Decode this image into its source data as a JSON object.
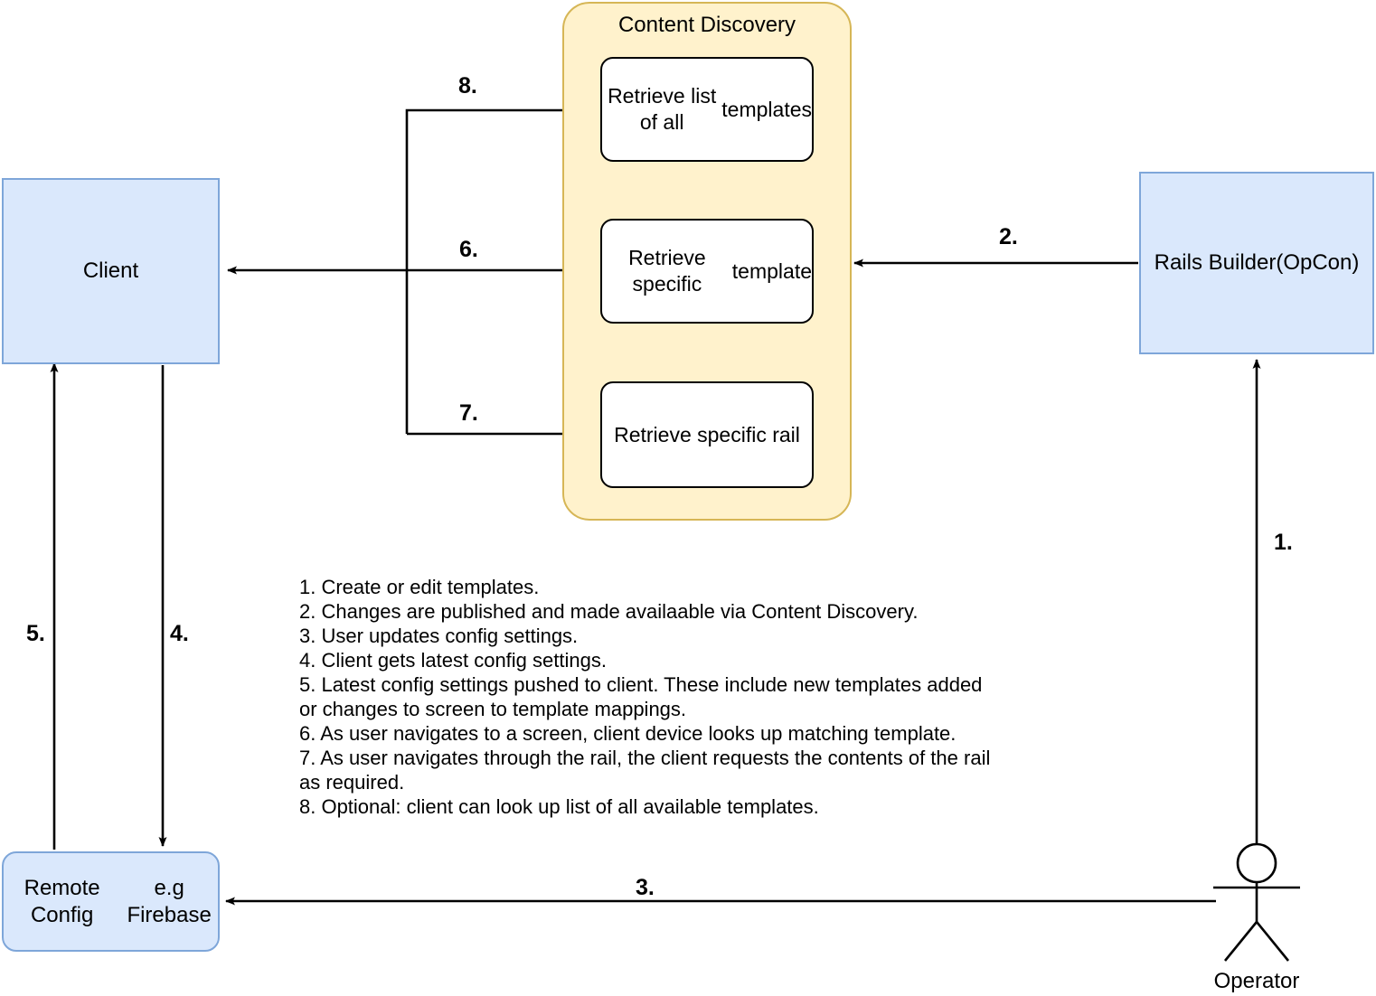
{
  "diagram": {
    "title": "Content Discovery architecture flow",
    "colors": {
      "node_fill_blue": "#dae8fc",
      "node_stroke_blue": "#7ea6d9",
      "group_fill_yellow": "#fff2cc",
      "group_stroke_yellow": "#d6b656",
      "node_fill_white": "#ffffff",
      "node_stroke_black": "#000000",
      "edge_color": "#000000",
      "background": "#ffffff"
    }
  },
  "nodes": {
    "client": {
      "label": "Client"
    },
    "remote_config": {
      "label": "Remote Config\ne.g Firebase"
    },
    "rails_builder": {
      "label": "Rails Builder\n(OpCon)"
    },
    "operator": {
      "label": "Operator"
    }
  },
  "group": {
    "title": "Content Discovery",
    "items": [
      {
        "label": "Retrieve list of all\ntemplates"
      },
      {
        "label": "Retrieve specific\ntemplate"
      },
      {
        "label": "Retrieve specific rail"
      }
    ]
  },
  "edges": [
    {
      "id": "edge-1",
      "label": "1.",
      "from": "operator",
      "to": "rails_builder"
    },
    {
      "id": "edge-2",
      "label": "2.",
      "from": "rails_builder",
      "to": "content-discovery"
    },
    {
      "id": "edge-3",
      "label": "3.",
      "from": "operator",
      "to": "remote_config"
    },
    {
      "id": "edge-4",
      "label": "4.",
      "from": "client",
      "to": "remote_config"
    },
    {
      "id": "edge-5",
      "label": "5.",
      "from": "remote_config",
      "to": "client"
    },
    {
      "id": "edge-6",
      "label": "6.",
      "from": "client",
      "to": "retrieve-specific-template"
    },
    {
      "id": "edge-7",
      "label": "7.",
      "from": "client",
      "to": "retrieve-specific-rail"
    },
    {
      "id": "edge-8",
      "label": "8.",
      "from": "client",
      "to": "retrieve-list-of-all-templates"
    }
  ],
  "legend": {
    "lines": [
      "1. Create or edit templates.",
      "2. Changes are published and made availaable via Content Discovery.",
      "3. User updates config settings.",
      "4. Client gets latest config settings.",
      "5. Latest config settings pushed to client. These include new templates added",
      "or changes to screen to template mappings.",
      "6. As user navigates to a screen, client device looks up matching template.",
      "7. As user navigates through the rail, the client requests the contents of the rail",
      "as required.",
      "8. Optional: client can look up list of all available templates."
    ]
  }
}
